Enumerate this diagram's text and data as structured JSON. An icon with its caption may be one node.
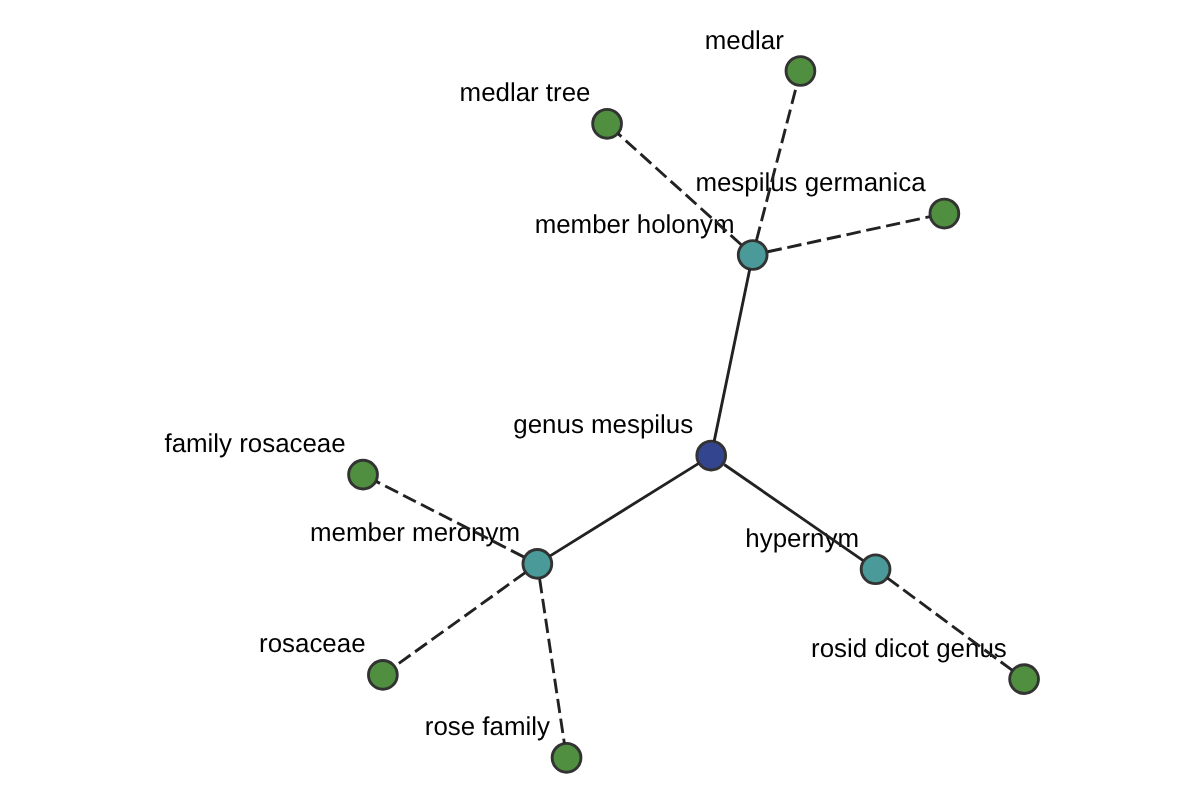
{
  "diagram": {
    "nodes": [
      {
        "text": [
          "medlar tree"
        ]
      },
      {
        "text": [
          "mespilus germanica"
        ]
      },
      {
        "text": [
          "rosaceae"
        ]
      },
      {
        "text": [
          "member holonym"
        ]
      },
      {
        "text": [
          "medlar"
        ]
      },
      {
        "text": [
          "family rosaceae"
        ]
      },
      {
        "text": [
          "member meronym"
        ]
      },
      {
        "text": [
          "genus mespilus"
        ]
      },
      {
        "text": [
          "rose family"
        ]
      },
      {
        "text": [
          "hypernym"
        ]
      },
      {
        "text": [
          "rosid dicot genus"
        ]
      }
    ],
    "edges": [
      {
        "from": 7,
        "to": 6,
        "arrow": "none"
      },
      {
        "from": 7,
        "to": 3,
        "arrow": "none"
      },
      {
        "from": 7,
        "to": 9,
        "arrow": "none"
      },
      {
        "from": 6,
        "to": 2,
        "arrow": "none",
        "style": "dashed"
      },
      {
        "from": 6,
        "to": 5,
        "arrow": "none",
        "style": "dashed"
      },
      {
        "from": 6,
        "to": 8,
        "arrow": "none",
        "style": "dashed"
      },
      {
        "from": 3,
        "to": 0,
        "arrow": "none",
        "style": "dashed"
      },
      {
        "from": 3,
        "to": 1,
        "arrow": "none",
        "style": "dashed"
      },
      {
        "from": 3,
        "to": 4,
        "arrow": "none",
        "style": "dashed"
      },
      {
        "from": 9,
        "to": 10,
        "arrow": "none",
        "style": "dashed"
      }
    ]
  }
}
